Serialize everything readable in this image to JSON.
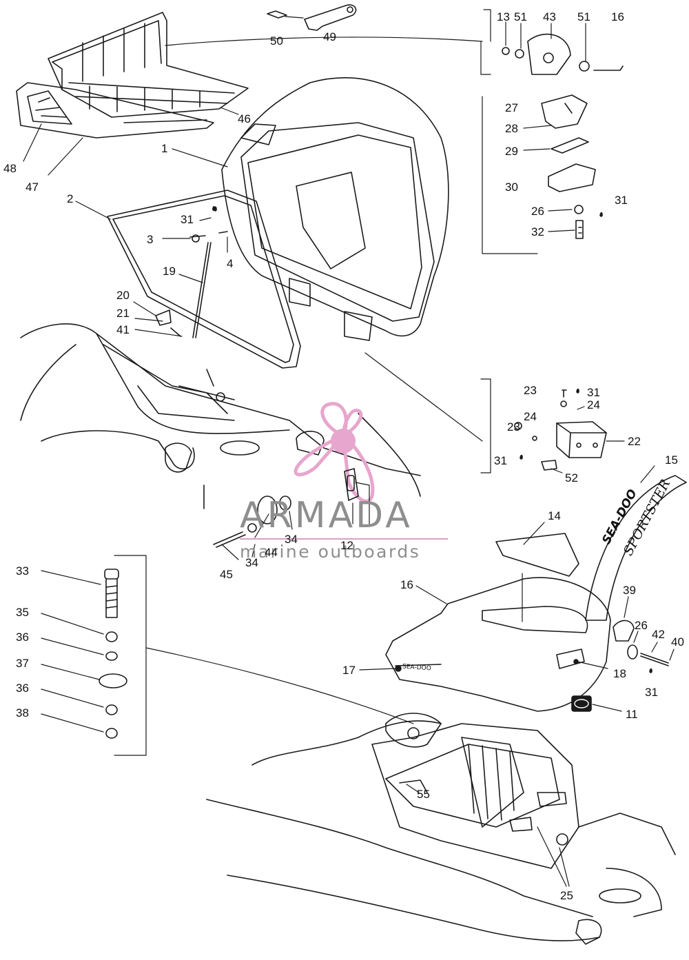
{
  "watermark": {
    "title": "ARMADA",
    "subtitle": "marine outboards",
    "logo_icon": "propeller-logo-icon",
    "logo_color": "#e7a6cd",
    "text_color": "#8e8e8e"
  },
  "decal_text": {
    "brand": "SEA-DOO",
    "model": "SPORTSTER",
    "plate": "SEA-DOO"
  },
  "callouts": [
    {
      "id": "c50",
      "text": "50"
    },
    {
      "id": "c49",
      "text": "49"
    },
    {
      "id": "c13",
      "text": "13"
    },
    {
      "id": "c51a",
      "text": "51"
    },
    {
      "id": "c43",
      "text": "43"
    },
    {
      "id": "c51b",
      "text": "51"
    },
    {
      "id": "c16a",
      "text": "16"
    },
    {
      "id": "c46",
      "text": "46"
    },
    {
      "id": "c48",
      "text": "48"
    },
    {
      "id": "c47",
      "text": "47"
    },
    {
      "id": "c1",
      "text": "1"
    },
    {
      "id": "c27",
      "text": "27"
    },
    {
      "id": "c28",
      "text": "28"
    },
    {
      "id": "c29",
      "text": "29"
    },
    {
      "id": "c30",
      "text": "30"
    },
    {
      "id": "c26a",
      "text": "26"
    },
    {
      "id": "c31a",
      "text": "31"
    },
    {
      "id": "c32",
      "text": "32"
    },
    {
      "id": "c2",
      "text": "2"
    },
    {
      "id": "c31b",
      "text": "31"
    },
    {
      "id": "c3",
      "text": "3"
    },
    {
      "id": "c4",
      "text": "4"
    },
    {
      "id": "c19",
      "text": "19"
    },
    {
      "id": "c20",
      "text": "20"
    },
    {
      "id": "c21",
      "text": "21"
    },
    {
      "id": "c41",
      "text": "41"
    },
    {
      "id": "c23a",
      "text": "23"
    },
    {
      "id": "c31c",
      "text": "31"
    },
    {
      "id": "c24a",
      "text": "24"
    },
    {
      "id": "c23b",
      "text": "23"
    },
    {
      "id": "c24b",
      "text": "24"
    },
    {
      "id": "c22",
      "text": "22"
    },
    {
      "id": "c31d",
      "text": "31"
    },
    {
      "id": "c52",
      "text": "52"
    },
    {
      "id": "c15",
      "text": "15"
    },
    {
      "id": "c14",
      "text": "14"
    },
    {
      "id": "c34a",
      "text": "34"
    },
    {
      "id": "c44",
      "text": "44"
    },
    {
      "id": "c34b",
      "text": "34"
    },
    {
      "id": "c45",
      "text": "45"
    },
    {
      "id": "c12",
      "text": "12"
    },
    {
      "id": "c33",
      "text": "33"
    },
    {
      "id": "c16b",
      "text": "16"
    },
    {
      "id": "c39",
      "text": "39"
    },
    {
      "id": "c35",
      "text": "35"
    },
    {
      "id": "c36a",
      "text": "36"
    },
    {
      "id": "c26b",
      "text": "26"
    },
    {
      "id": "c42",
      "text": "42"
    },
    {
      "id": "c40",
      "text": "40"
    },
    {
      "id": "c37",
      "text": "37"
    },
    {
      "id": "c17",
      "text": "17"
    },
    {
      "id": "c18",
      "text": "18"
    },
    {
      "id": "c31e",
      "text": "31"
    },
    {
      "id": "c36b",
      "text": "36"
    },
    {
      "id": "c11",
      "text": "11"
    },
    {
      "id": "c38",
      "text": "38"
    },
    {
      "id": "c55",
      "text": "55"
    },
    {
      "id": "c25",
      "text": "25"
    }
  ]
}
